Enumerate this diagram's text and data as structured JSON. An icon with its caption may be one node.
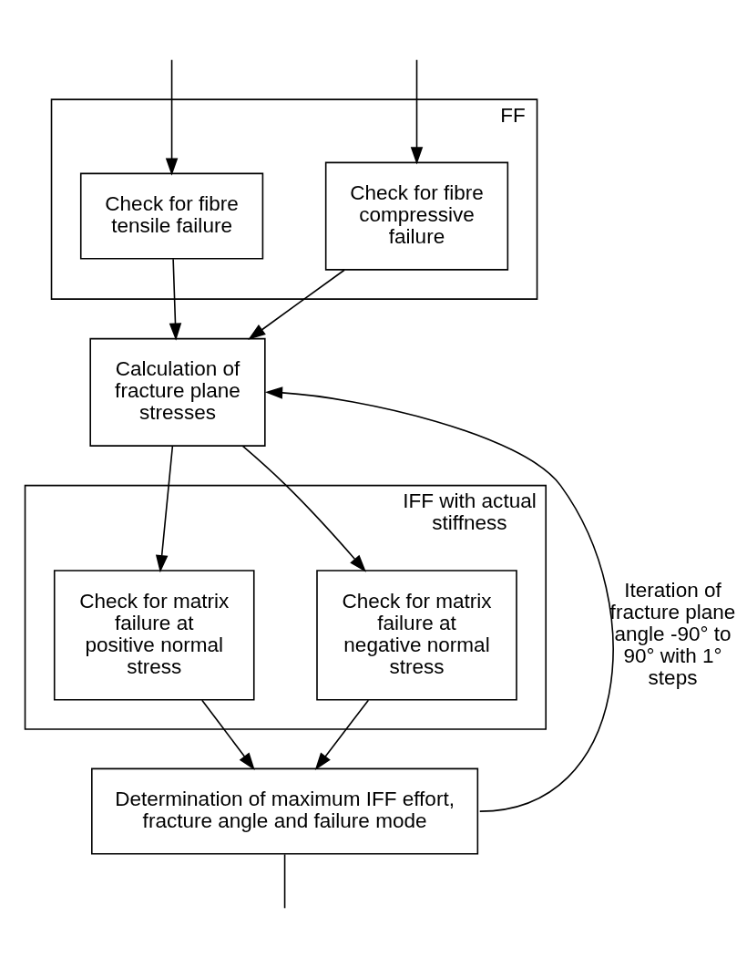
{
  "diagram": {
    "nodes": [
      {
        "text": [
          "FF"
        ]
      },
      {
        "text": [
          "Check for fibre tensile failure"
        ],
        "in": 0
      },
      {
        "text": [
          "Check for fibre compressive failure"
        ],
        "in": 0
      },
      {
        "text": [
          "Calculation of fracture plane stresses"
        ]
      },
      {
        "text": [
          "IFF with actual stiffness"
        ]
      },
      {
        "text": [
          "Check for matrix failure at positive normal stress"
        ],
        "in": 4
      },
      {
        "text": [
          "Check for matrix failure at negative normal stress"
        ],
        "in": 4
      },
      {
        "text": [
          "Determination of maximum IFF effort, fracture angle and failure mode"
        ]
      }
    ],
    "edges": [
      {
        "from": null,
        "to": 1,
        "arrow": "to"
      },
      {
        "from": null,
        "to": 2,
        "arrow": "to"
      },
      {
        "from": 1,
        "to": 3,
        "arrow": "to"
      },
      {
        "from": 2,
        "to": 3,
        "arrow": "to"
      },
      {
        "from": 3,
        "to": 5,
        "arrow": "to"
      },
      {
        "from": 3,
        "to": 6,
        "arrow": "to"
      },
      {
        "from": 5,
        "to": 7,
        "arrow": "to"
      },
      {
        "from": 6,
        "to": 7,
        "arrow": "to"
      },
      {
        "from": 7,
        "to": 3,
        "arrow": "to",
        "label": "Iteration of fracture plane angle -90° to 90° with 1° steps"
      },
      {
        "from": 7,
        "to": null,
        "arrow": "none"
      }
    ]
  }
}
